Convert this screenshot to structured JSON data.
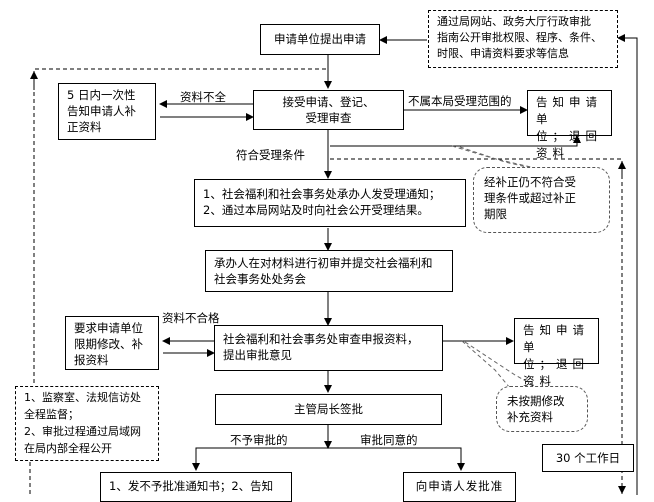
{
  "nodes": {
    "apply": "申请单位提出申请",
    "public_info": "通过局网站、政务大厅行政审批\n指南公开审批权限、程序、条件、\n时限、申请资料要求等信息",
    "notify_correction": "5 日内一次性\n告知申请人补\n正资料",
    "accept_review": "接受申请、登记、\n受理审查",
    "notify_return_1": "告知申请单\n位；退回资料",
    "accept_notice": "1、社会福利和社会事务处承办人发受理通知；\n2、通过本局网站及时向社会公开受理结果。",
    "preliminary_review": "承办人在对材料进行初审并提交社会福利和\n社会事务处处务会",
    "request_revision": "要求申请单位\n限期修改、补\n报资料",
    "office_review": "社会福利和社会事务处审查申报资料，\n提出审批意见",
    "notify_return_2": "告知申请单\n位；退回资料",
    "director_sign": "主管局长签批",
    "supervision": "1、监察室、法规信访处\n全程监督；\n2、审批过程通过局域网\n在局内部全程公开",
    "reject_notice": "1、发不予批准通知书；2、告知",
    "approve_notice": "向申请人发批准",
    "working_days": "30 个工作日"
  },
  "callouts": {
    "still_nonconforming": "经补正仍不符合受\n理条件或超过补正\n期限",
    "not_revised": "未按期修改\n补充资料"
  },
  "edge_labels": {
    "incomplete": "资料不全",
    "out_of_scope": "不属本局受理范围的",
    "meets_conditions": "符合受理条件",
    "unqualified": "资料不合格",
    "not_approved": "不予审批的",
    "approved": "审批同意的"
  }
}
